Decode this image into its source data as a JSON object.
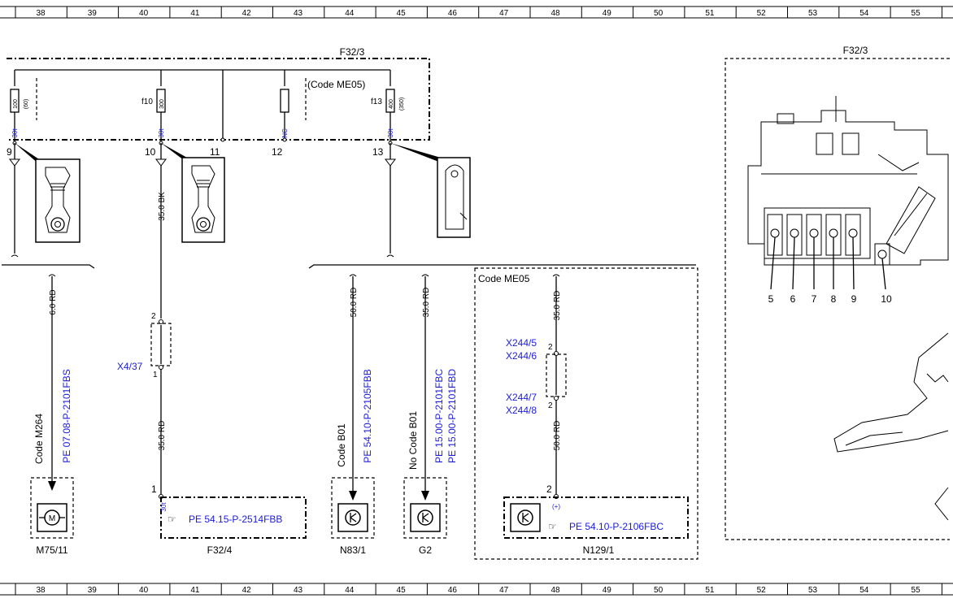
{
  "grid": {
    "columns": [
      "38",
      "39",
      "40",
      "41",
      "42",
      "43",
      "44",
      "45",
      "46",
      "47",
      "48",
      "49",
      "50",
      "51",
      "52",
      "53",
      "54",
      "55"
    ]
  },
  "fuse_box": {
    "title": "F32/3",
    "code_note": "(Code ME05)",
    "pins": [
      "9",
      "10",
      "11",
      "12",
      "13"
    ],
    "fuse_labels": [
      "f10",
      "f13"
    ],
    "fuse_ratings": [
      "100",
      "300",
      "400"
    ],
    "fuse_ratings_alt": [
      "(60)",
      "(350)"
    ],
    "term_30t": "30t",
    "term_nc": "NC"
  },
  "wires": {
    "w_6rd": "6.0 RD",
    "w_35bk": "35.0 BK",
    "w_35rd_a": "35.0 RD",
    "w_50rd": "50.0 RD",
    "w_35rd_b": "35.0 RD",
    "w_35rd_c": "35.0 RD",
    "w_50rd_b": "50.0 RD"
  },
  "connectors": {
    "x4_37": "X4/37",
    "x4_pin2": "2",
    "x4_pin1": "1",
    "x244_5": "X244/5",
    "x244_6": "X244/6",
    "x244_7": "X244/7",
    "x244_8": "X244/8",
    "x244_pin2a": "2",
    "x244_pin2b": "2"
  },
  "components": {
    "m75_code": "Code M264",
    "m75_ref": "PE 07.08-P-2101FBS",
    "m75_name": "M75/11",
    "f32_4_pin": "1",
    "f32_4_term": "30t",
    "f32_4_ref": "PE 54.15-P-2514FBB",
    "f32_4_name": "F32/4",
    "n83_code": "Code B01",
    "n83_ref": "PE 54.10-P-2105FBB",
    "n83_name": "N83/1",
    "g2_code": "No Code B01",
    "g2_ref1": "PE 15.00-P-2101FBC",
    "g2_ref2": "PE 15.00-P-2101FBD",
    "g2_name": "G2",
    "n129_box_code": "Code ME05",
    "n129_pin": "2",
    "n129_plus": "(+)",
    "n129_ref": "PE 54.10-P-2106FBC",
    "n129_name": "N129/1"
  },
  "detail": {
    "title": "F32/3",
    "pins": [
      "5",
      "6",
      "7",
      "8",
      "9",
      "10"
    ]
  }
}
